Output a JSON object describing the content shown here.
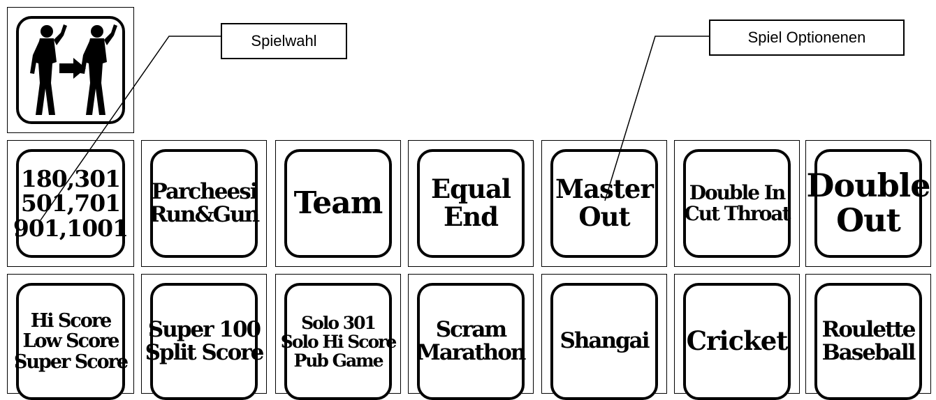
{
  "icon_button": {
    "icon": "player-change-icon"
  },
  "callouts": {
    "game_select": "Spielwahl",
    "game_options": "Spiel Optionenen"
  },
  "row1": [
    {
      "lines": [
        "180,301",
        "501,701",
        "901,1001"
      ]
    },
    {
      "lines": [
        "Parcheesi",
        "Run&Gun"
      ]
    },
    {
      "lines": [
        "Team"
      ]
    },
    {
      "lines": [
        "Equal",
        "End"
      ]
    },
    {
      "lines": [
        "Master",
        "Out"
      ]
    },
    {
      "lines": [
        "Double In",
        "Cut Throat"
      ]
    },
    {
      "lines": [
        "Double",
        "Out"
      ]
    }
  ],
  "row2": [
    {
      "lines": [
        "Hi Score",
        "Low Score",
        "Super Score"
      ]
    },
    {
      "lines": [
        "Super 100",
        "Split Score"
      ]
    },
    {
      "lines": [
        "Solo 301",
        "Solo Hi Score",
        "Pub Game"
      ]
    },
    {
      "lines": [
        "Scram",
        "Marathon"
      ]
    },
    {
      "lines": [
        "Shangai"
      ]
    },
    {
      "lines": [
        "Cricket"
      ]
    },
    {
      "lines": [
        "Roulette",
        "Baseball"
      ]
    }
  ]
}
